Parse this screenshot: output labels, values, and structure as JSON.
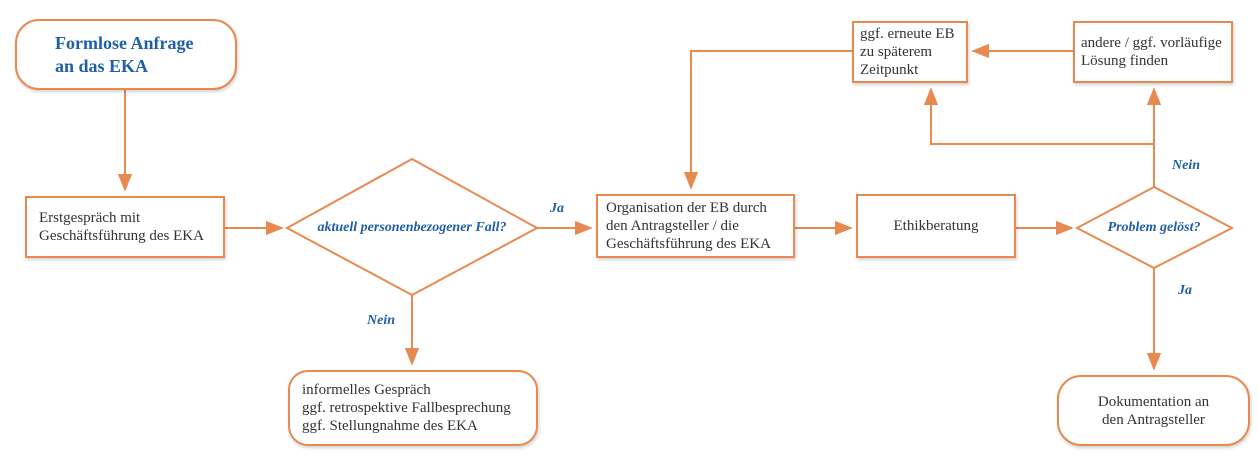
{
  "colors": {
    "stroke": "#E8894F",
    "accent_text": "#1F5FA8",
    "body_text": "#333333"
  },
  "nodes": {
    "start": "Formlose Anfrage\nan das EKA",
    "erstgespraech": "Erstgespräch mit\nGeschäftsführung des EKA",
    "decision1": "aktuell personenbezogener Fall?",
    "informell": "informelles Gespräch\nggf. retrospektive Fallbesprechung\nggf. Stellungnahme des EKA",
    "organisation": "Organisation der EB durch\nden Antragsteller / die\nGeschäftsführung des EKA",
    "ethikberatung": "Ethikberatung",
    "decision2": "Problem gelöst?",
    "dokumentation": "Dokumentation an\nden Antragsteller",
    "erneute_eb": "ggf. erneute EB\nzu späterem Zeitpunkt",
    "andere_loesung": "andere / ggf. vorläufige\nLösung finden"
  },
  "edge_labels": {
    "d1_ja": "Ja",
    "d1_nein": "Nein",
    "d2_ja": "Ja",
    "d2_nein": "Nein"
  }
}
